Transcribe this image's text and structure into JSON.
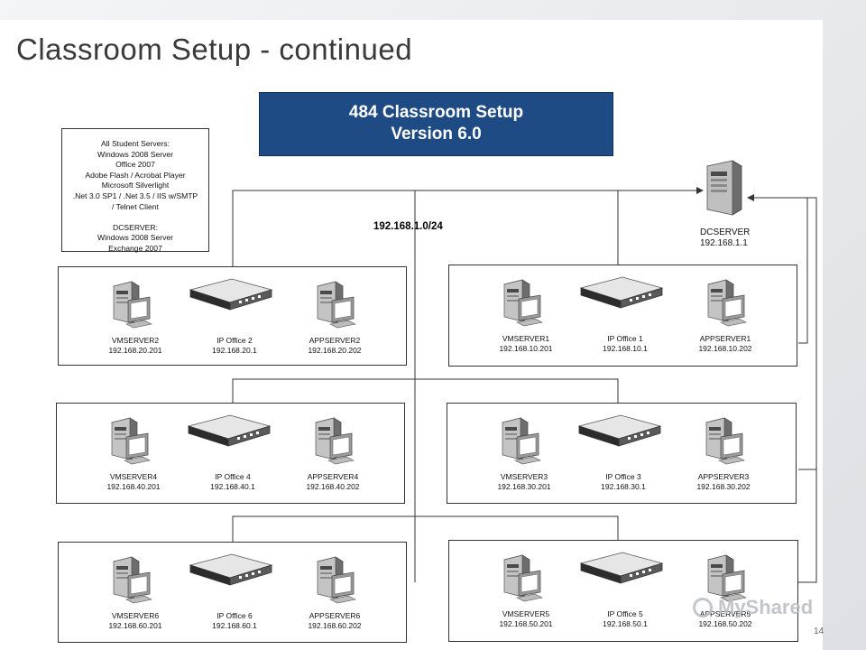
{
  "slide": {
    "title": "Classroom Setup - continued",
    "page_number": "14"
  },
  "banner": {
    "line1": "484 Classroom Setup",
    "line2": "Version 6.0"
  },
  "notes": {
    "lines": [
      "All Student Servers:",
      "Windows 2008 Server",
      "Office 2007",
      "Adobe Flash / Acrobat Player",
      "Microsoft Silverlight",
      ".Net 3.0 SP1 / .Net 3.5 / IIS w/SMTP",
      "/ Telnet Client",
      "",
      "DCSERVER:",
      "Windows 2008 Server",
      "Exchange 2007"
    ]
  },
  "network": {
    "subnet": "192.168.1.0/24"
  },
  "dcserver": {
    "name": "DCSERVER",
    "ip": "192.168.1.1"
  },
  "groups": [
    {
      "vm": {
        "name": "VMSERVER2",
        "ip": "192.168.20.201"
      },
      "office": {
        "name": "IP Office 2",
        "ip": "192.168.20.1"
      },
      "app": {
        "name": "APPSERVER2",
        "ip": "192.168.20.202"
      }
    },
    {
      "vm": {
        "name": "VMSERVER1",
        "ip": "192.168.10.201"
      },
      "office": {
        "name": "IP Office 1",
        "ip": "192.168.10.1"
      },
      "app": {
        "name": "APPSERVER1",
        "ip": "192.168.10.202"
      }
    },
    {
      "vm": {
        "name": "VMSERVER4",
        "ip": "192.168.40.201"
      },
      "office": {
        "name": "IP Office 4",
        "ip": "192.168.40.1"
      },
      "app": {
        "name": "APPSERVER4",
        "ip": "192.168.40.202"
      }
    },
    {
      "vm": {
        "name": "VMSERVER3",
        "ip": "192.168.30.201"
      },
      "office": {
        "name": "IP Office 3",
        "ip": "192.168.30.1"
      },
      "app": {
        "name": "APPSERVER3",
        "ip": "192.168.30.202"
      }
    },
    {
      "vm": {
        "name": "VMSERVER6",
        "ip": "192.168.60.201"
      },
      "office": {
        "name": "IP Office 6",
        "ip": "192.168.60.1"
      },
      "app": {
        "name": "APPSERVER6",
        "ip": "192.168.60.202"
      }
    },
    {
      "vm": {
        "name": "VMSERVER5",
        "ip": "192.168.50.201"
      },
      "office": {
        "name": "IP Office 5",
        "ip": "192.168.50.1"
      },
      "app": {
        "name": "APPSERVER5",
        "ip": "192.168.50.202"
      }
    }
  ],
  "watermark": "MyShared",
  "colors": {
    "banner": "#1f4b85",
    "line": "#333333"
  }
}
